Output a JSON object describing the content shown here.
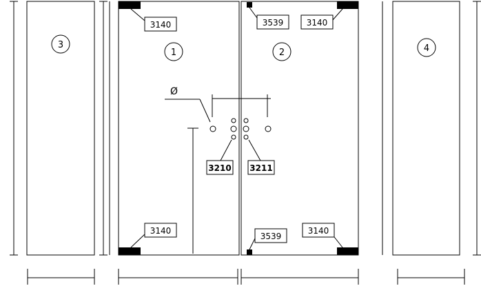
{
  "panels": {
    "p3": "3",
    "p1": "1",
    "p2": "2",
    "p4": "4"
  },
  "labels": {
    "hinge_top_left": "3140",
    "hinge_bottom_left": "3140",
    "hinge_top_right": "3140",
    "hinge_bottom_right": "3140",
    "pivot_top": "3539",
    "pivot_bottom": "3539",
    "handle_left": "3210",
    "handle_right": "3211"
  },
  "symbols": {
    "diameter": "Ø"
  }
}
